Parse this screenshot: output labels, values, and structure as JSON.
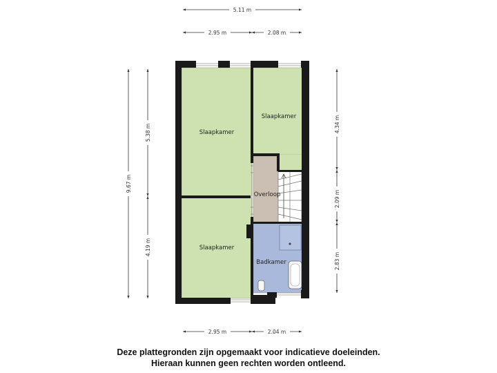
{
  "dimensions": {
    "top_total": "5.11 m",
    "top_left": "2.95 m",
    "top_right": "2.08 m",
    "left_total": "9.67 m",
    "left_upper": "5.38 m",
    "left_lower": "4.19 m",
    "right_upper": "4.34 m",
    "right_middle": "2.09 m",
    "right_lower": "2.83 m",
    "bottom_left": "2.95 m",
    "bottom_right": "2.04 m"
  },
  "rooms": {
    "bedroom_top_left": "Slaapkamer",
    "bedroom_top_right": "Slaapkamer",
    "landing": "Overloop",
    "bedroom_bottom_left": "Slaapkamer",
    "bathroom": "Badkamer"
  },
  "colors": {
    "bedroom": "#cde2b0",
    "landing": "#cbbfb3",
    "bathroom": "#a9b9dc",
    "wall": "#1a1a1a"
  },
  "disclaimer": {
    "line1": "Deze plattegronden zijn opgemaakt voor indicatieve doeleinden.",
    "line2": "Hieraan kunnen geen rechten worden ontleend."
  }
}
